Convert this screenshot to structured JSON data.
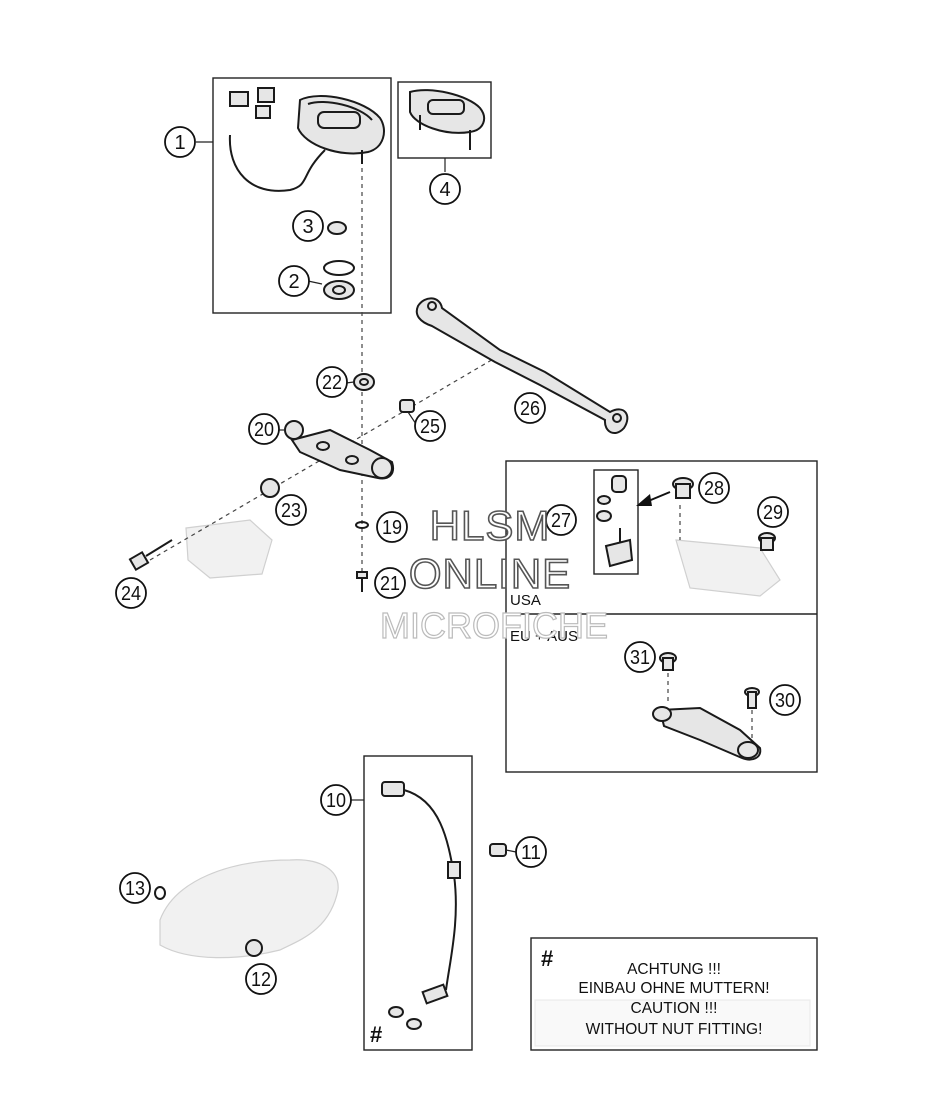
{
  "callouts": [
    {
      "id": "1",
      "label": "1"
    },
    {
      "id": "2",
      "label": "2"
    },
    {
      "id": "3",
      "label": "3"
    },
    {
      "id": "4",
      "label": "4"
    },
    {
      "id": "10",
      "label": "10"
    },
    {
      "id": "11",
      "label": "11"
    },
    {
      "id": "12",
      "label": "12"
    },
    {
      "id": "13",
      "label": "13"
    },
    {
      "id": "19",
      "label": "19"
    },
    {
      "id": "20",
      "label": "20"
    },
    {
      "id": "21",
      "label": "21"
    },
    {
      "id": "22",
      "label": "22"
    },
    {
      "id": "23",
      "label": "23"
    },
    {
      "id": "24",
      "label": "24"
    },
    {
      "id": "25",
      "label": "25"
    },
    {
      "id": "26",
      "label": "26"
    },
    {
      "id": "27",
      "label": "27"
    },
    {
      "id": "28",
      "label": "28"
    },
    {
      "id": "29",
      "label": "29"
    },
    {
      "id": "30",
      "label": "30"
    },
    {
      "id": "31",
      "label": "31"
    }
  ],
  "regions": {
    "usa": "USA",
    "eu_aus": "EU + AUS"
  },
  "watermark": {
    "line1": "HLSM",
    "line2": "ONLINE",
    "line3": "MICROFICHE"
  },
  "notice": {
    "symbol": "#",
    "lines": [
      "ACHTUNG !!!",
      "EINBAU OHNE MUTTERN!",
      "CAUTION !!!",
      "WITHOUT NUT FITTING!"
    ]
  },
  "sensor_symbol": "#"
}
